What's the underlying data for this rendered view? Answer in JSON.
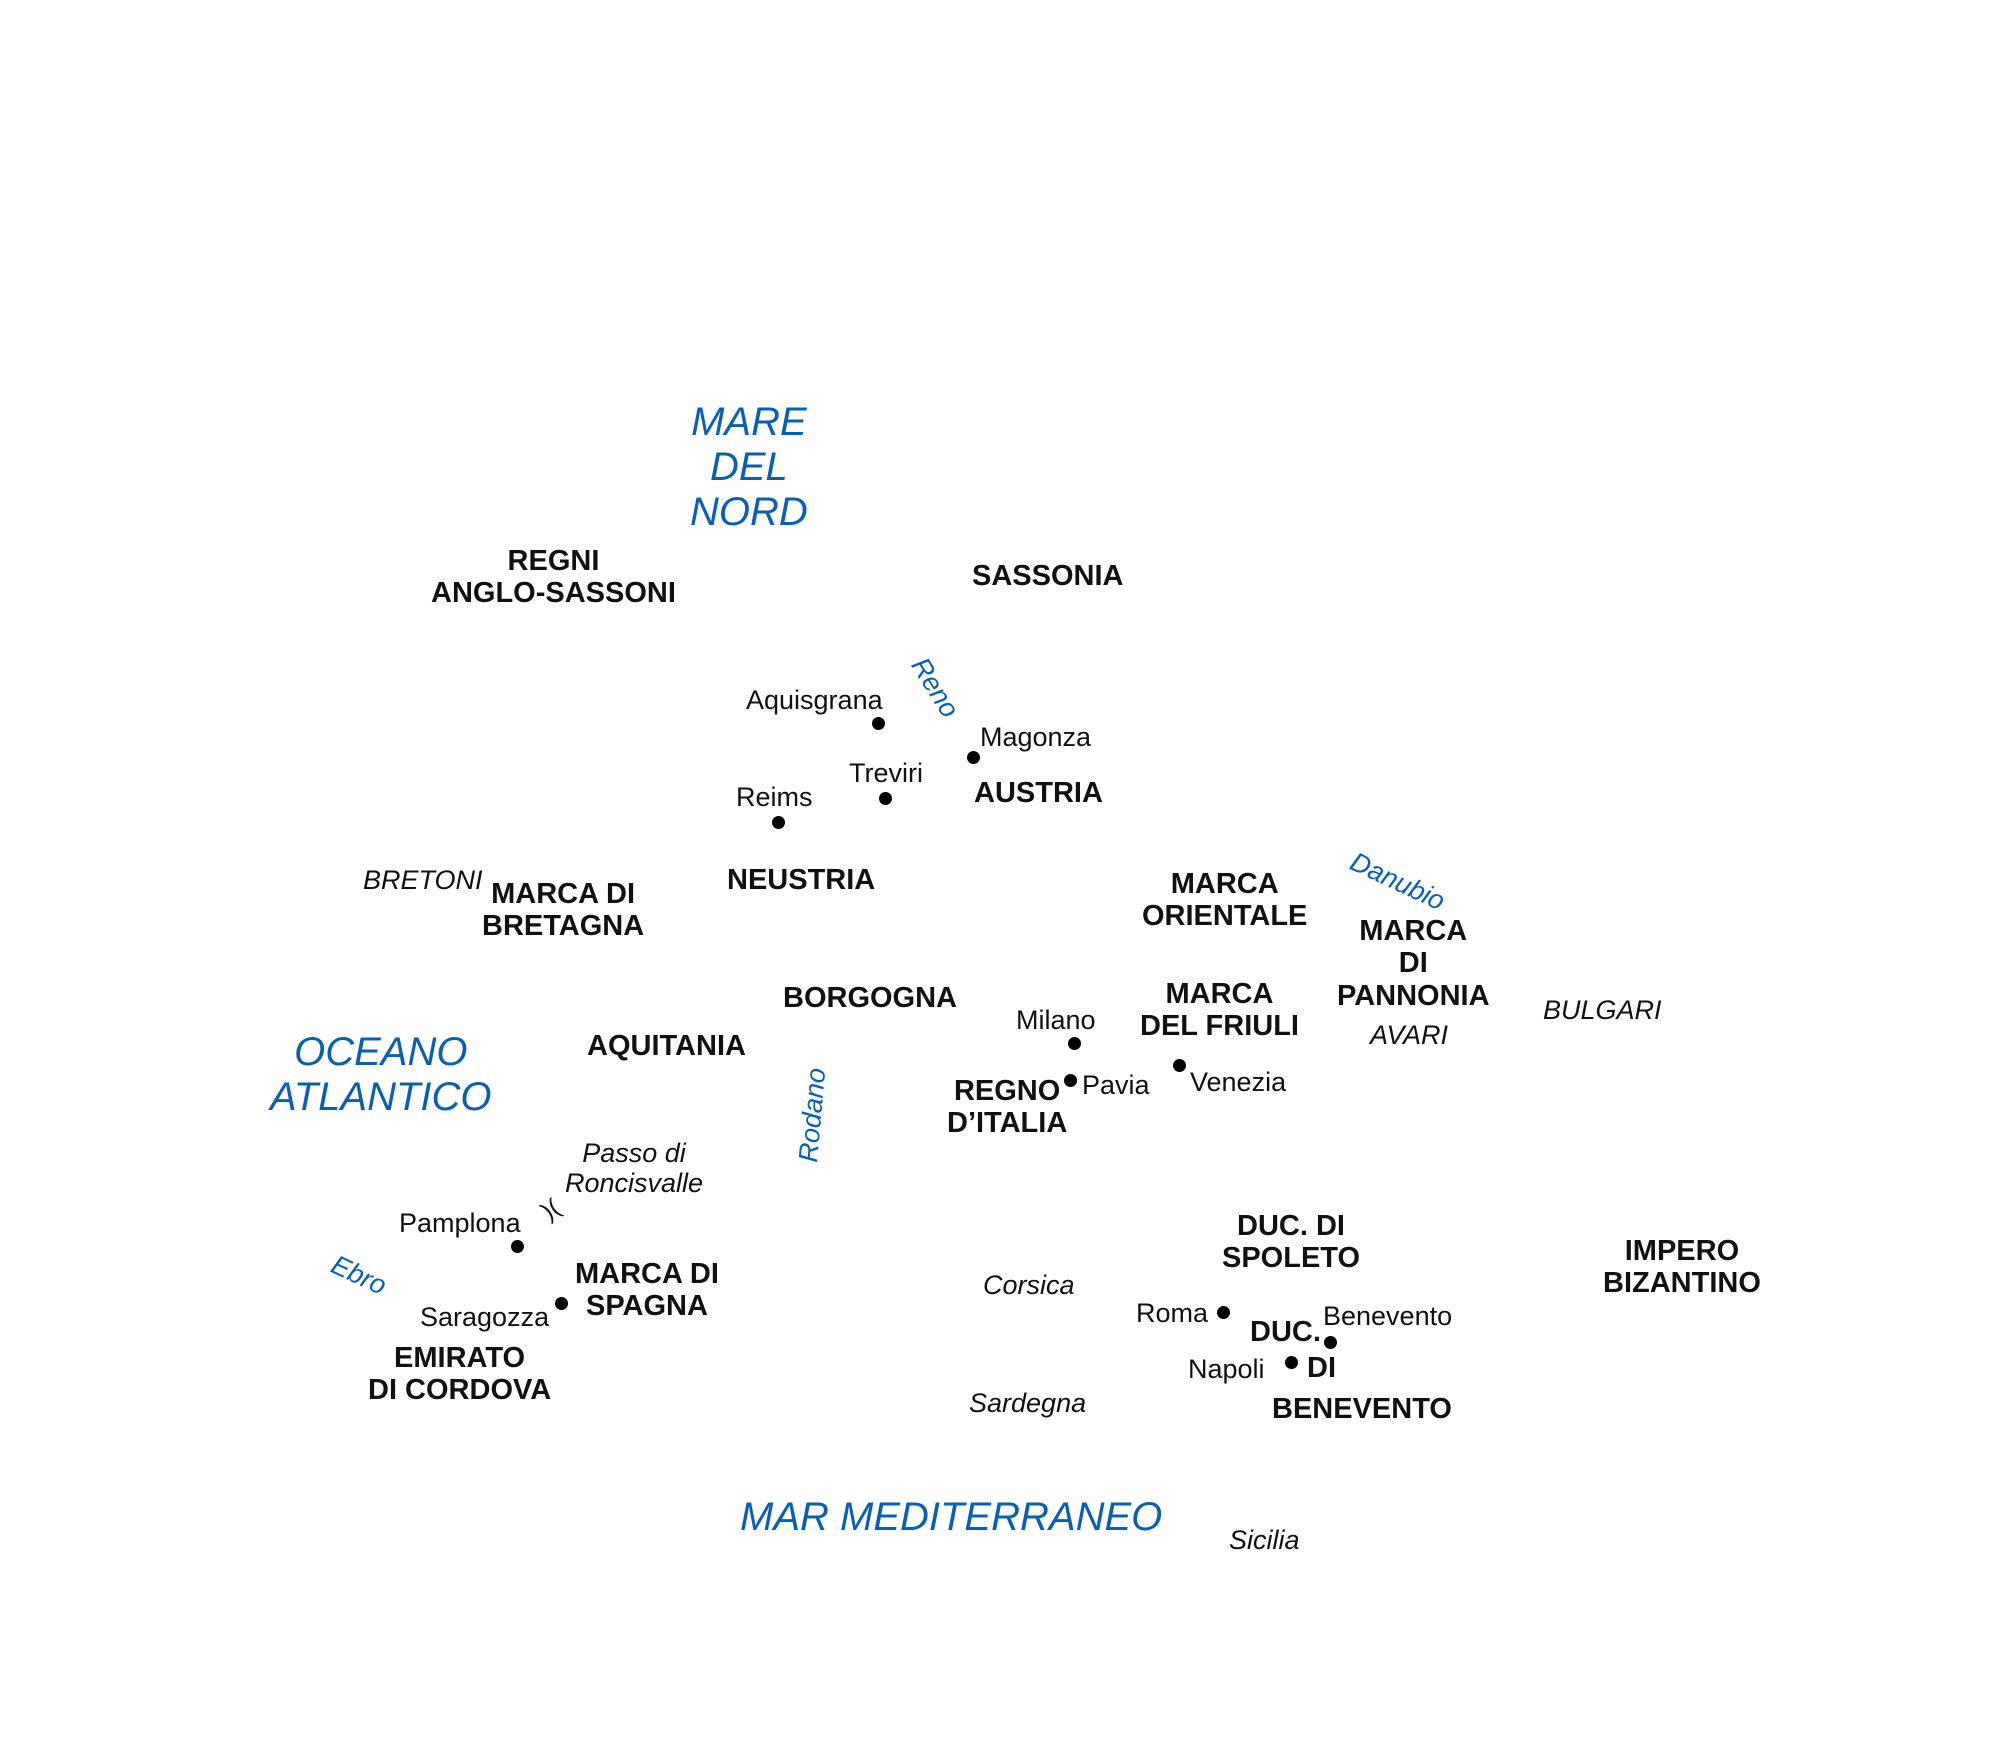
{
  "seas": {
    "mare_del_nord": [
      "MARE",
      "DEL",
      "NORD"
    ],
    "oceano_atlantico": [
      "OCEANO",
      "ATLANTICO"
    ],
    "mar_mediterraneo": "MAR MEDITERRANEO"
  },
  "rivers": {
    "reno": "Reno",
    "danubio": "Danubio",
    "rodano": "Rodano",
    "ebro": "Ebro"
  },
  "regions": {
    "regni_anglo_sassoni": [
      "REGNI",
      "ANGLO-SASSONI"
    ],
    "sassonia": "SASSONIA",
    "austria": "AUSTRIA",
    "neustria": "NEUSTRIA",
    "marca_di_bretagna": [
      "MARCA DI",
      "BRETAGNA"
    ],
    "marca_orientale": [
      "MARCA",
      "ORIENTALE"
    ],
    "marca_di_pannonia": [
      "MARCA",
      "DI",
      "PANNONIA"
    ],
    "borgogna": "BORGOGNA",
    "marca_del_friuli": [
      "MARCA",
      "DEL FRIULI"
    ],
    "aquitania": "AQUITANIA",
    "regno_d_italia": [
      "REGNO",
      "D’ITALIA"
    ],
    "duc_di_spoleto": [
      "DUC. DI",
      "SPOLETO"
    ],
    "impero_bizantino": [
      "IMPERO",
      "BIZANTINO"
    ],
    "marca_di_spagna": [
      "MARCA DI",
      "SPAGNA"
    ],
    "emirato_di_cordova": [
      "EMIRATO",
      "DI CORDOVA"
    ],
    "duc_di_benevento": [
      "DUC.",
      "DI",
      "BENEVENTO"
    ]
  },
  "peoples": {
    "bretoni": "BRETONI",
    "avari": "AVARI",
    "bulgari": "BULGARI"
  },
  "islands": {
    "corsica": "Corsica",
    "sardegna": "Sardegna",
    "sicilia": "Sicilia"
  },
  "places": {
    "passo_di_roncisvalle": [
      "Passo di",
      "Roncisvalle"
    ],
    "pass_symbol": ")("
  },
  "cities": {
    "aquisgrana": "Aquisgrana",
    "magonza": "Magonza",
    "treviri": "Treviri",
    "reims": "Reims",
    "milano": "Milano",
    "pavia": "Pavia",
    "venezia": "Venezia",
    "pamplona": "Pamplona",
    "saragozza": "Saragozza",
    "roma": "Roma",
    "benevento": "Benevento",
    "napoli": "Napoli"
  },
  "colors": {
    "water_label": "#0a5fb0",
    "land_label": "#111111",
    "background": "#ffffff"
  }
}
